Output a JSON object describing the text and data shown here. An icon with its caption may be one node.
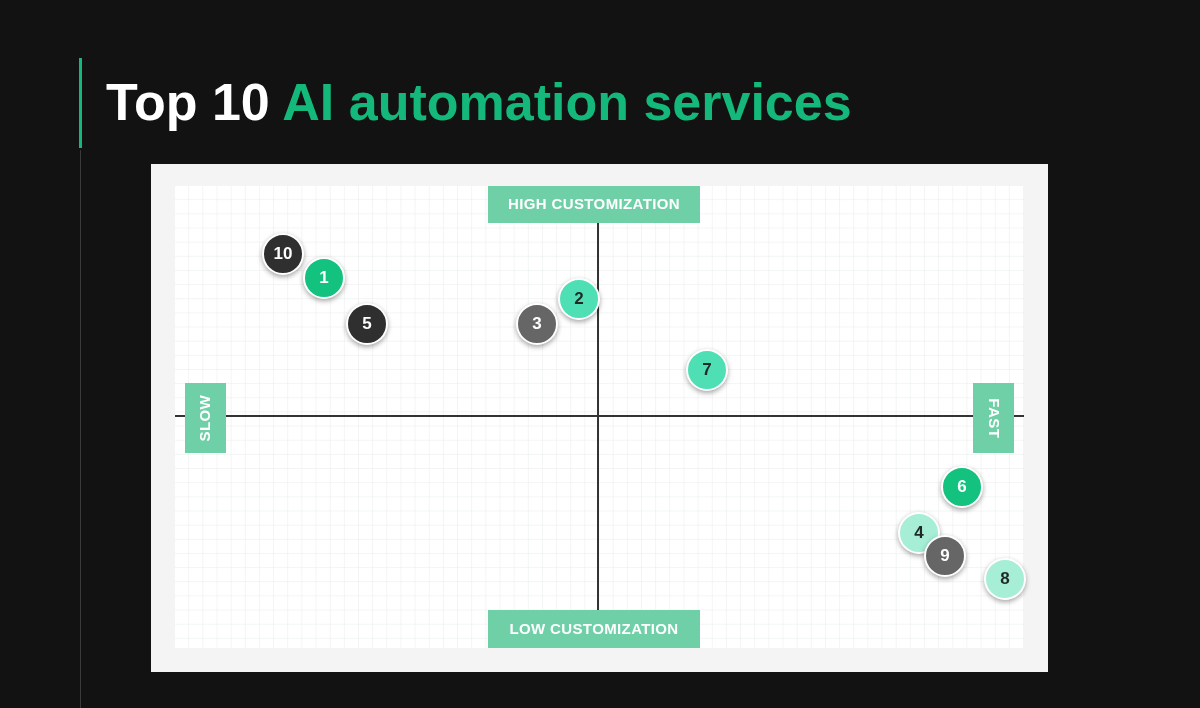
{
  "diagram": {
    "title": "Top 10 AI automation services",
    "nodes": [
      {
        "text": [
          "HIGH CUSTOMIZATION"
        ]
      },
      {
        "text": [
          "10"
        ]
      },
      {
        "text": [
          "1"
        ]
      },
      {
        "text": [
          "2"
        ]
      },
      {
        "text": [
          "3"
        ]
      },
      {
        "text": [
          "5"
        ]
      },
      {
        "text": [
          "7"
        ]
      },
      {
        "text": [
          "SLOW"
        ]
      },
      {
        "text": [
          "FAST"
        ]
      },
      {
        "text": [
          "6"
        ]
      },
      {
        "text": [
          "4"
        ]
      },
      {
        "text": [
          "9"
        ]
      },
      {
        "text": [
          "8"
        ]
      },
      {
        "text": [
          "LOW CUSTOMIZATION"
        ]
      }
    ],
    "edges": []
  }
}
